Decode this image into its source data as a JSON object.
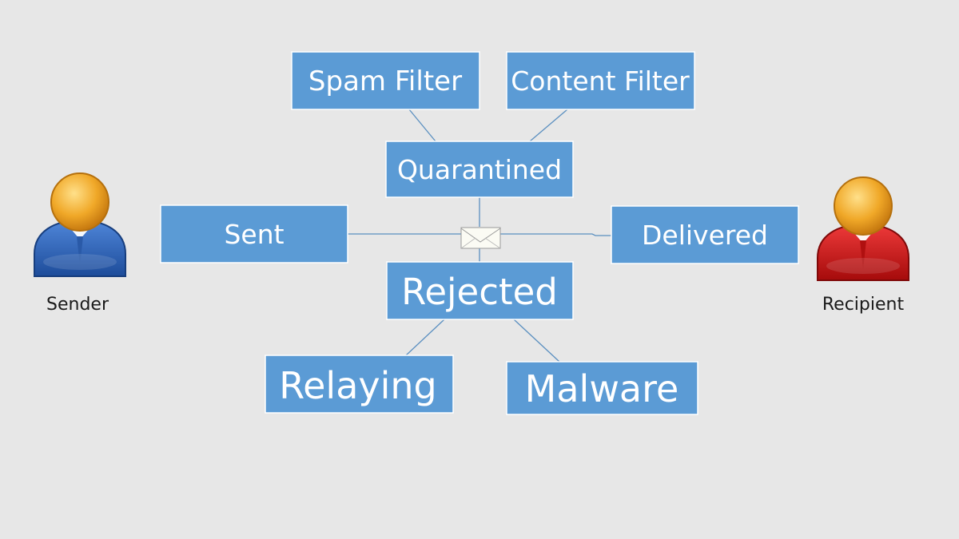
{
  "nodes": {
    "spam_filter": "Spam Filter",
    "content_filter": "Content Filter",
    "quarantined": "Quarantined",
    "sent": "Sent",
    "delivered": "Delivered",
    "rejected": "Rejected",
    "relaying": "Relaying",
    "malware": "Malware"
  },
  "actors": {
    "sender": {
      "label": "Sender",
      "icon": "person-icon",
      "color": "#2f63b4"
    },
    "recipient": {
      "label": "Recipient",
      "icon": "person-icon",
      "color": "#cc1111"
    }
  },
  "center_icon": "envelope-icon",
  "colors": {
    "background": "#e7e7e7",
    "box_fill": "#5b9bd5",
    "box_border": "#ffffff",
    "connector": "#5a8fc0",
    "head": "#f0a828"
  }
}
